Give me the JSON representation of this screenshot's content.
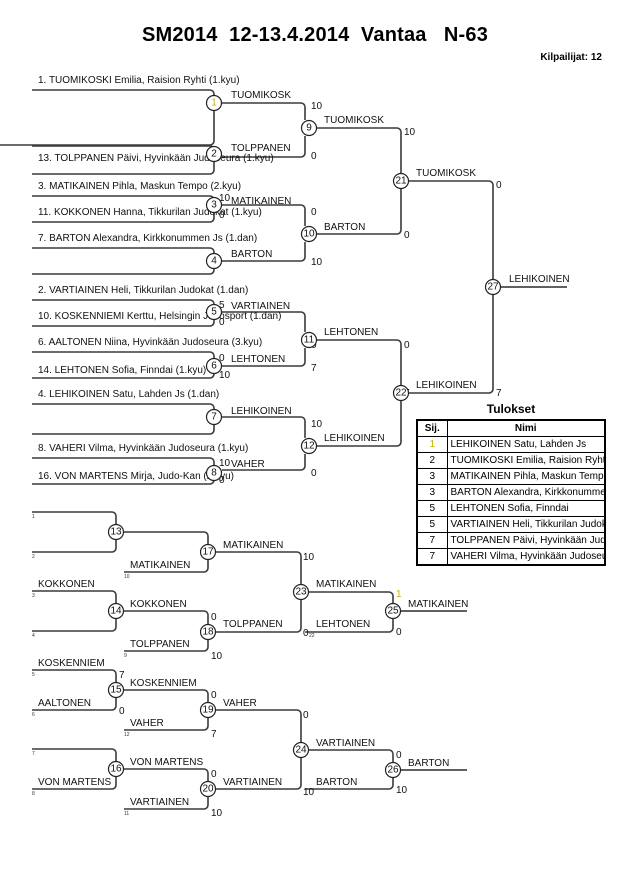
{
  "header": {
    "title": "SM2014  12-13.4.2014  Vantaa   N-63",
    "competitors": "Kilpailijat: 12"
  },
  "competitors": [
    {
      "seed": "1",
      "text": "1. TUOMIKOSKI Emilia, Raision Ryhti (1.kyu)"
    },
    {
      "seed": "13",
      "text": "13. TOLPPANEN Päivi, Hyvinkään Judoseura (1.kyu)"
    },
    {
      "seed": "3",
      "text": "3. MATIKAINEN Pihla, Maskun Tempo (2.kyu)"
    },
    {
      "seed": "11",
      "text": "11. KOKKONEN Hanna, Tikkurilan Judokat (1.kyu)"
    },
    {
      "seed": "7",
      "text": "7. BARTON Alexandra, Kirkkonummen Js (1.dan)"
    },
    {
      "seed": "2",
      "text": "2. VARTIAINEN Heli, Tikkurilan Judokat (1.dan)"
    },
    {
      "seed": "10",
      "text": "10. KOSKENNIEMI Kerttu, Helsingin Judosport (1.dan)"
    },
    {
      "seed": "6",
      "text": "6. AALTONEN Niina, Hyvinkään Judoseura (3.kyu)"
    },
    {
      "seed": "14",
      "text": "14. LEHTONEN Sofia, Finndai (1.kyu)"
    },
    {
      "seed": "4",
      "text": "4. LEHIKOINEN Satu, Lahden Js (1.dan)"
    },
    {
      "seed": "8",
      "text": "8. VAHERI Vilma, Hyvinkään Judoseura (1.kyu)"
    },
    {
      "seed": "16",
      "text": "16. VON MARTENS Mirja, Judo-Kan (2.kyu)"
    }
  ],
  "main_bracket": {
    "matches": [
      {
        "no": "1",
        "winner": "TUOMIKOSK",
        "score_top": "",
        "score_bottom": ""
      },
      {
        "no": "2",
        "winner": "TOLPPANEN",
        "score_top": "",
        "score_bottom": ""
      },
      {
        "no": "3",
        "winner": "MATIKAINEN",
        "score_top": "10",
        "score_bottom": "0"
      },
      {
        "no": "4",
        "winner": "BARTON",
        "score_top": "",
        "score_bottom": ""
      },
      {
        "no": "5",
        "winner": "VARTIAINEN",
        "score_top": "5",
        "score_bottom": "0"
      },
      {
        "no": "6",
        "winner": "LEHTONEN",
        "score_top": "0",
        "score_bottom": "10"
      },
      {
        "no": "7",
        "winner": "LEHIKOINEN",
        "score_top": "",
        "score_bottom": ""
      },
      {
        "no": "8",
        "winner": "VAHER",
        "score_top": "10",
        "score_bottom": "0"
      },
      {
        "no": "9",
        "winner": "TUOMIKOSK",
        "score_top": "10",
        "score_bottom": "0"
      },
      {
        "no": "10",
        "winner": "BARTON",
        "score_top": "0",
        "score_bottom": "10"
      },
      {
        "no": "11",
        "winner": "LEHTONEN",
        "score_top": "0",
        "score_bottom": "7"
      },
      {
        "no": "12",
        "winner": "LEHIKOINEN",
        "score_top": "10",
        "score_bottom": "0"
      },
      {
        "no": "21",
        "winner": "TUOMIKOSK",
        "score_top": "10",
        "score_bottom": "0"
      },
      {
        "no": "22",
        "winner": "LEHIKOINEN",
        "score_top": "0",
        "score_bottom": "7"
      },
      {
        "no": "27",
        "winner": "LEHIKOINEN",
        "score_top": "0",
        "score_bottom": "7"
      }
    ]
  },
  "repechage": {
    "matches": [
      {
        "no": "13",
        "winner": "",
        "top_entry": "",
        "bottom_entry": "",
        "top_slot": "1",
        "bottom_slot": "2",
        "score_top": "",
        "score_bottom": ""
      },
      {
        "no": "17",
        "winner": "MATIKAINEN",
        "entry": "MATIKAINEN",
        "entry_slot": "10",
        "score_top": "",
        "score_bottom": ""
      },
      {
        "no": "14",
        "winner": "KOKKONEN",
        "top_entry": "KOKKONEN",
        "bottom_entry": "",
        "top_slot": "3",
        "bottom_slot": "4",
        "score_top": "",
        "score_bottom": ""
      },
      {
        "no": "18",
        "winner": "TOLPPANEN",
        "entry": "TOLPPANEN",
        "entry_slot": "9",
        "score_top": "0",
        "score_bottom": "10"
      },
      {
        "no": "23",
        "winner": "MATIKAINEN",
        "score_top": "10",
        "score_bottom": "0",
        "bottom_slot": "22"
      },
      {
        "no": "25",
        "winner": "MATIKAINEN",
        "entry": "LEHTONEN",
        "score_top": "1",
        "score_bottom": "0"
      },
      {
        "no": "15",
        "winner": "KOSKENNIEM",
        "top_entry": "KOSKENNIEM",
        "bottom_entry": "AALTONEN",
        "top_slot": "5",
        "bottom_slot": "6",
        "score_top": "7",
        "score_bottom": "0"
      },
      {
        "no": "19",
        "winner": "VAHER",
        "entry": "VAHER",
        "entry_slot": "12",
        "score_top": "0",
        "score_bottom": "7"
      },
      {
        "no": "16",
        "winner": "VON MARTENS",
        "top_entry": "",
        "bottom_entry": "VON MARTENS",
        "top_slot": "7",
        "bottom_slot": "8",
        "score_top": "",
        "score_bottom": ""
      },
      {
        "no": "20",
        "winner": "VARTIAINEN",
        "entry": "VARTIAINEN",
        "entry_slot": "11",
        "score_top": "0",
        "score_bottom": "10"
      },
      {
        "no": "24",
        "winner": "VARTIAINEN",
        "score_top": "0",
        "score_bottom": "10"
      },
      {
        "no": "26",
        "winner": "BARTON",
        "entry": "BARTON",
        "score_top": "0",
        "score_bottom": "10"
      }
    ]
  },
  "results": {
    "title": "Tulokset",
    "headers": [
      "Sij.",
      "Nimi"
    ],
    "rows": [
      {
        "place": "1",
        "name": "LEHIKOINEN Satu, Lahden Js"
      },
      {
        "place": "2",
        "name": "TUOMIKOSKI Emilia, Raision Ryhti"
      },
      {
        "place": "3",
        "name": "MATIKAINEN Pihla, Maskun Tempo"
      },
      {
        "place": "3",
        "name": "BARTON Alexandra, Kirkkonummen Js"
      },
      {
        "place": "5",
        "name": "LEHTONEN Sofia, Finndai"
      },
      {
        "place": "5",
        "name": "VARTIAINEN Heli, Tikkurilan Judokat"
      },
      {
        "place": "7",
        "name": "TOLPPANEN Päivi, Hyvinkään Judoseura"
      },
      {
        "place": "7",
        "name": "VAHERI Vilma, Hyvinkään Judoseura"
      }
    ]
  }
}
